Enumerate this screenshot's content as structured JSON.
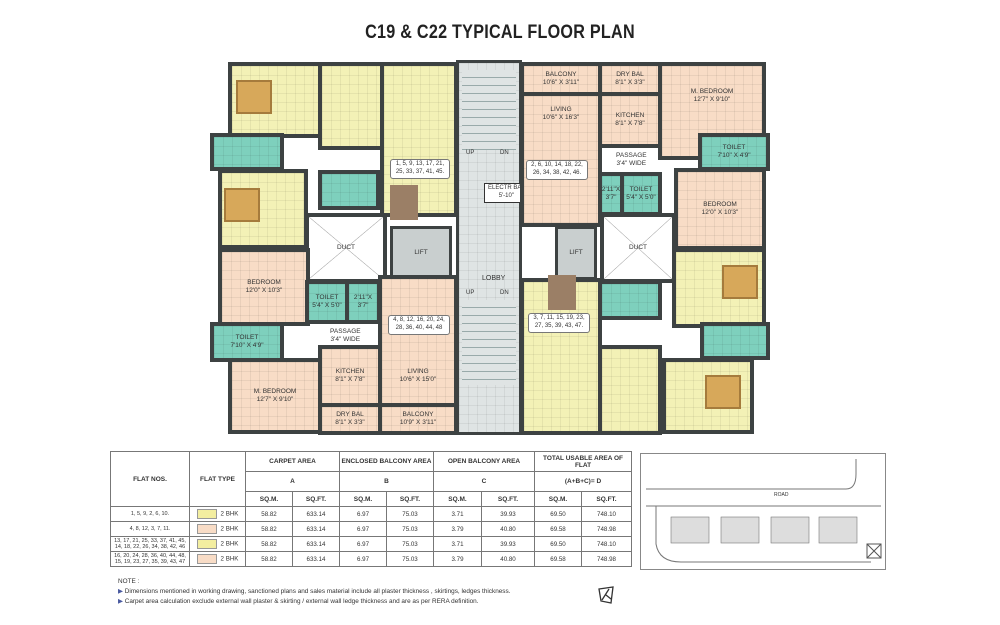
{
  "title": "C19 & C22 TYPICAL FLOOR PLAN",
  "colors": {
    "flat_yellow": "#f3f1b6",
    "flat_peach": "#f8dcc6",
    "toilet": "#7ed0bd",
    "wall": "#3d4242"
  },
  "core": {
    "lobby": "LOBBY",
    "lift": "LIFT",
    "duct": "DUCT",
    "electric_bal": "ELECTR BAL",
    "electric_bal_dim": "5'-10\"",
    "up": "UP",
    "dn": "DN"
  },
  "flat_tags": {
    "top_left": "1, 5, 9, 13, 17, 21, 25, 33, 37, 41, 45.",
    "top_right": "2, 6, 10, 14, 18, 22, 26, 34, 38, 42, 46.",
    "bottom_left": "4, 8, 12, 16, 20, 24, 28, 36, 40, 44, 48",
    "bottom_right": "3, 7, 11, 15, 19, 23, 27, 35, 39, 43, 47."
  },
  "rooms": {
    "balcony": {
      "name": "BALCONY",
      "dim": "10'6\" X 3'11\""
    },
    "living_tr": {
      "name": "LIVING",
      "dim": "10'6\" X 16'3\""
    },
    "drybal_tr": {
      "name": "DRY BAL",
      "dim": "8'1\" X 3'3\""
    },
    "kitchen_tr": {
      "name": "KITCHEN",
      "dim": "8'1\" X 7'8\""
    },
    "mbed_tr": {
      "name": "M. BEDROOM",
      "dim": "12'7\" X 9'10\""
    },
    "toilet_tr": {
      "name": "TOILET",
      "dim": "7'10\" X 4'9\""
    },
    "passage_tr": {
      "name": "PASSAGE",
      "dim": "3'4\" WIDE"
    },
    "wc_tr": {
      "dim": "2'11\"X 3'7\""
    },
    "toilet2_tr": {
      "name": "TOILET",
      "dim": "5'4\" X 5'0\""
    },
    "bed_tr": {
      "name": "BEDROOM",
      "dim": "12'0\" X 10'3\""
    },
    "bed_bl": {
      "name": "BEDROOM",
      "dim": "12'0\" X 10'3\""
    },
    "toilet2_bl": {
      "name": "TOILET",
      "dim": "5'4\" X 5'0\""
    },
    "wc_bl": {
      "dim": "2'11\"X 3'7\""
    },
    "toilet_bl": {
      "name": "TOILET",
      "dim": "7'10\" X 4'9\""
    },
    "passage_bl": {
      "name": "PASSAGE",
      "dim": "3'4\" WIDE"
    },
    "mbed_bl": {
      "name": "M. BEDROOM",
      "dim": "12'7\" X 9'10\""
    },
    "kitchen_bl": {
      "name": "KITCHEN",
      "dim": "8'1\" X 7'8\""
    },
    "drybal_bl": {
      "name": "DRY BAL",
      "dim": "8'1\" X 3'3\""
    },
    "living_bl": {
      "name": "LIVING",
      "dim": "10'6\" X 15'0\""
    },
    "balcony_bl": {
      "name": "BALCONY",
      "dim": "10'9\" X 3'11\""
    }
  },
  "table": {
    "headers": {
      "flat_nos": "FLAT NOS.",
      "flat_type": "FLAT TYPE",
      "carpet": "CARPET AREA",
      "enclosed": "ENCLOSED BALCONY AREA",
      "open": "OPEN BALCONY AREA",
      "total": "TOTAL USABLE AREA OF FLAT",
      "a": "A",
      "b": "B",
      "c": "C",
      "d": "(A+B+C)= D",
      "sqm": "SQ.M.",
      "sqft": "SQ.FT."
    },
    "rows": [
      {
        "flats": "1, 5, 9, 2, 6, 10.",
        "color": "#f3eea0",
        "type": "2 BHK",
        "v": [
          "58.82",
          "633.14",
          "6.97",
          "75.03",
          "3.71",
          "39.93",
          "69.50",
          "748.10"
        ]
      },
      {
        "flats": "4, 8, 12, 3, 7, 11.",
        "color": "#f8dcc6",
        "type": "2 BHK",
        "v": [
          "58.82",
          "633.14",
          "6.97",
          "75.03",
          "3.79",
          "40.80",
          "69.58",
          "748.98"
        ]
      },
      {
        "flats": "13, 17, 21, 25, 33, 37, 41, 45, 14, 18, 22, 26, 34, 38, 42, 46",
        "color": "#f3eea0",
        "type": "2 BHK",
        "v": [
          "58.82",
          "633.14",
          "6.97",
          "75.03",
          "3.71",
          "39.93",
          "69.50",
          "748.10"
        ]
      },
      {
        "flats": "16, 20, 24, 28, 36, 40, 44, 48, 15, 19, 23, 27, 35, 39, 43, 47",
        "color": "#f8dcc6",
        "type": "2 BHK",
        "v": [
          "58.82",
          "633.14",
          "6.97",
          "75.03",
          "3.79",
          "40.80",
          "69.58",
          "748.98"
        ]
      }
    ]
  },
  "notes": {
    "heading": "NOTE :",
    "items": [
      "Dimensions mentioned in working drawing, sanctioned plans and sales material include all plaster thickness , skirtings, ledges thickness.",
      "Carpet area calculation exclude external wall plaster & skirting / external wall ledge thickness and are as per RERA definition."
    ]
  },
  "key_plan": {
    "road": "ROAD"
  }
}
